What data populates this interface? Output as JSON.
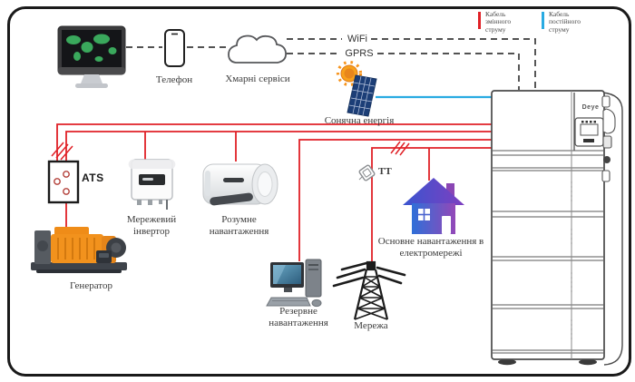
{
  "colors": {
    "ac_wire": "#e02127",
    "dc_wire": "#29abe2",
    "dash_wire": "#3a3a3a"
  },
  "legend": {
    "ac": {
      "color": "#e02127",
      "lines": [
        "Кабель",
        "змінного",
        "струму"
      ]
    },
    "dc": {
      "color": "#29abe2",
      "lines": [
        "Кабель",
        "постійного",
        "струму"
      ]
    }
  },
  "labels": {
    "phone": "Телефон",
    "cloud": "Хмарні сервіси",
    "wifi": "WiFi",
    "gprs": "GPRS",
    "solar": "Сонячна енергія",
    "ats": "ATS",
    "generator": "Генератор",
    "inverter": "Мережевий інвертор",
    "smart_load": "Розумне навантаження",
    "backup_load": "Резервне навантаження",
    "grid": "Мережа",
    "ct": "ТТ",
    "main_load": "Основне навантаження в електромережі",
    "battery_brand": "Deye"
  }
}
